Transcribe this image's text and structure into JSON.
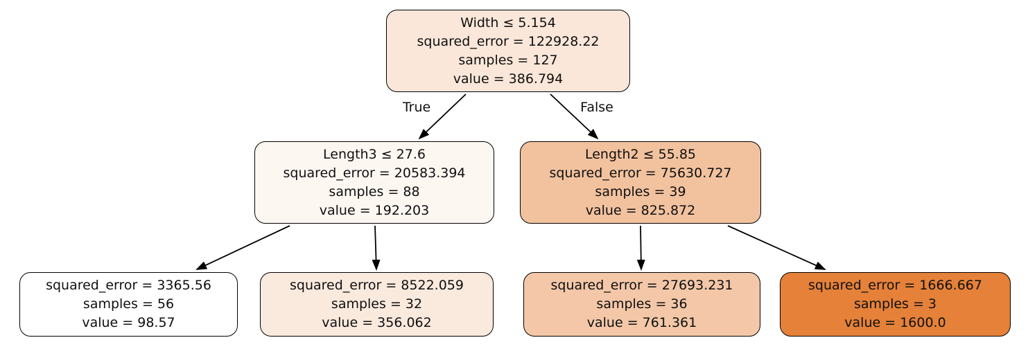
{
  "edge_labels": {
    "true_branch": "True",
    "false_branch": "False"
  },
  "palette": {
    "background": "#ffffff",
    "node_border": "#000000",
    "arrow": "#000000",
    "text": "#0f0f0f",
    "low_value_fill": "#ffffff",
    "high_value_fill": "#e58139"
  },
  "tree": {
    "nodes": [
      {
        "id": "root",
        "condition": "Width ≤ 5.154",
        "squared_error": "squared_error = 122928.22",
        "samples": "samples = 127",
        "value": "value = 386.794",
        "fill": "#fae7d9"
      },
      {
        "id": "left-internal",
        "condition": "Length3 ≤ 27.6",
        "squared_error": "squared_error = 20583.394",
        "samples": "samples = 88",
        "value": "value = 192.203",
        "fill": "#fdf7f2"
      },
      {
        "id": "right-internal",
        "condition": "Length2 ≤ 55.85",
        "squared_error": "squared_error = 75630.727",
        "samples": "samples = 39",
        "value": "value = 825.872",
        "fill": "#f2c29f"
      },
      {
        "id": "leaf-left-left",
        "squared_error": "squared_error = 3365.56",
        "samples": "samples = 56",
        "value": "value = 98.57",
        "fill": "#ffffff"
      },
      {
        "id": "leaf-left-right",
        "squared_error": "squared_error = 8522.059",
        "samples": "samples = 32",
        "value": "value = 356.062",
        "fill": "#fae9dd"
      },
      {
        "id": "leaf-right-left",
        "squared_error": "squared_error = 27693.231",
        "samples": "samples = 36",
        "value": "value = 761.361",
        "fill": "#f3c7a8"
      },
      {
        "id": "leaf-right-right",
        "squared_error": "squared_error = 1666.667",
        "samples": "samples = 3",
        "value": "value = 1600.0",
        "fill": "#e58139"
      }
    ]
  }
}
